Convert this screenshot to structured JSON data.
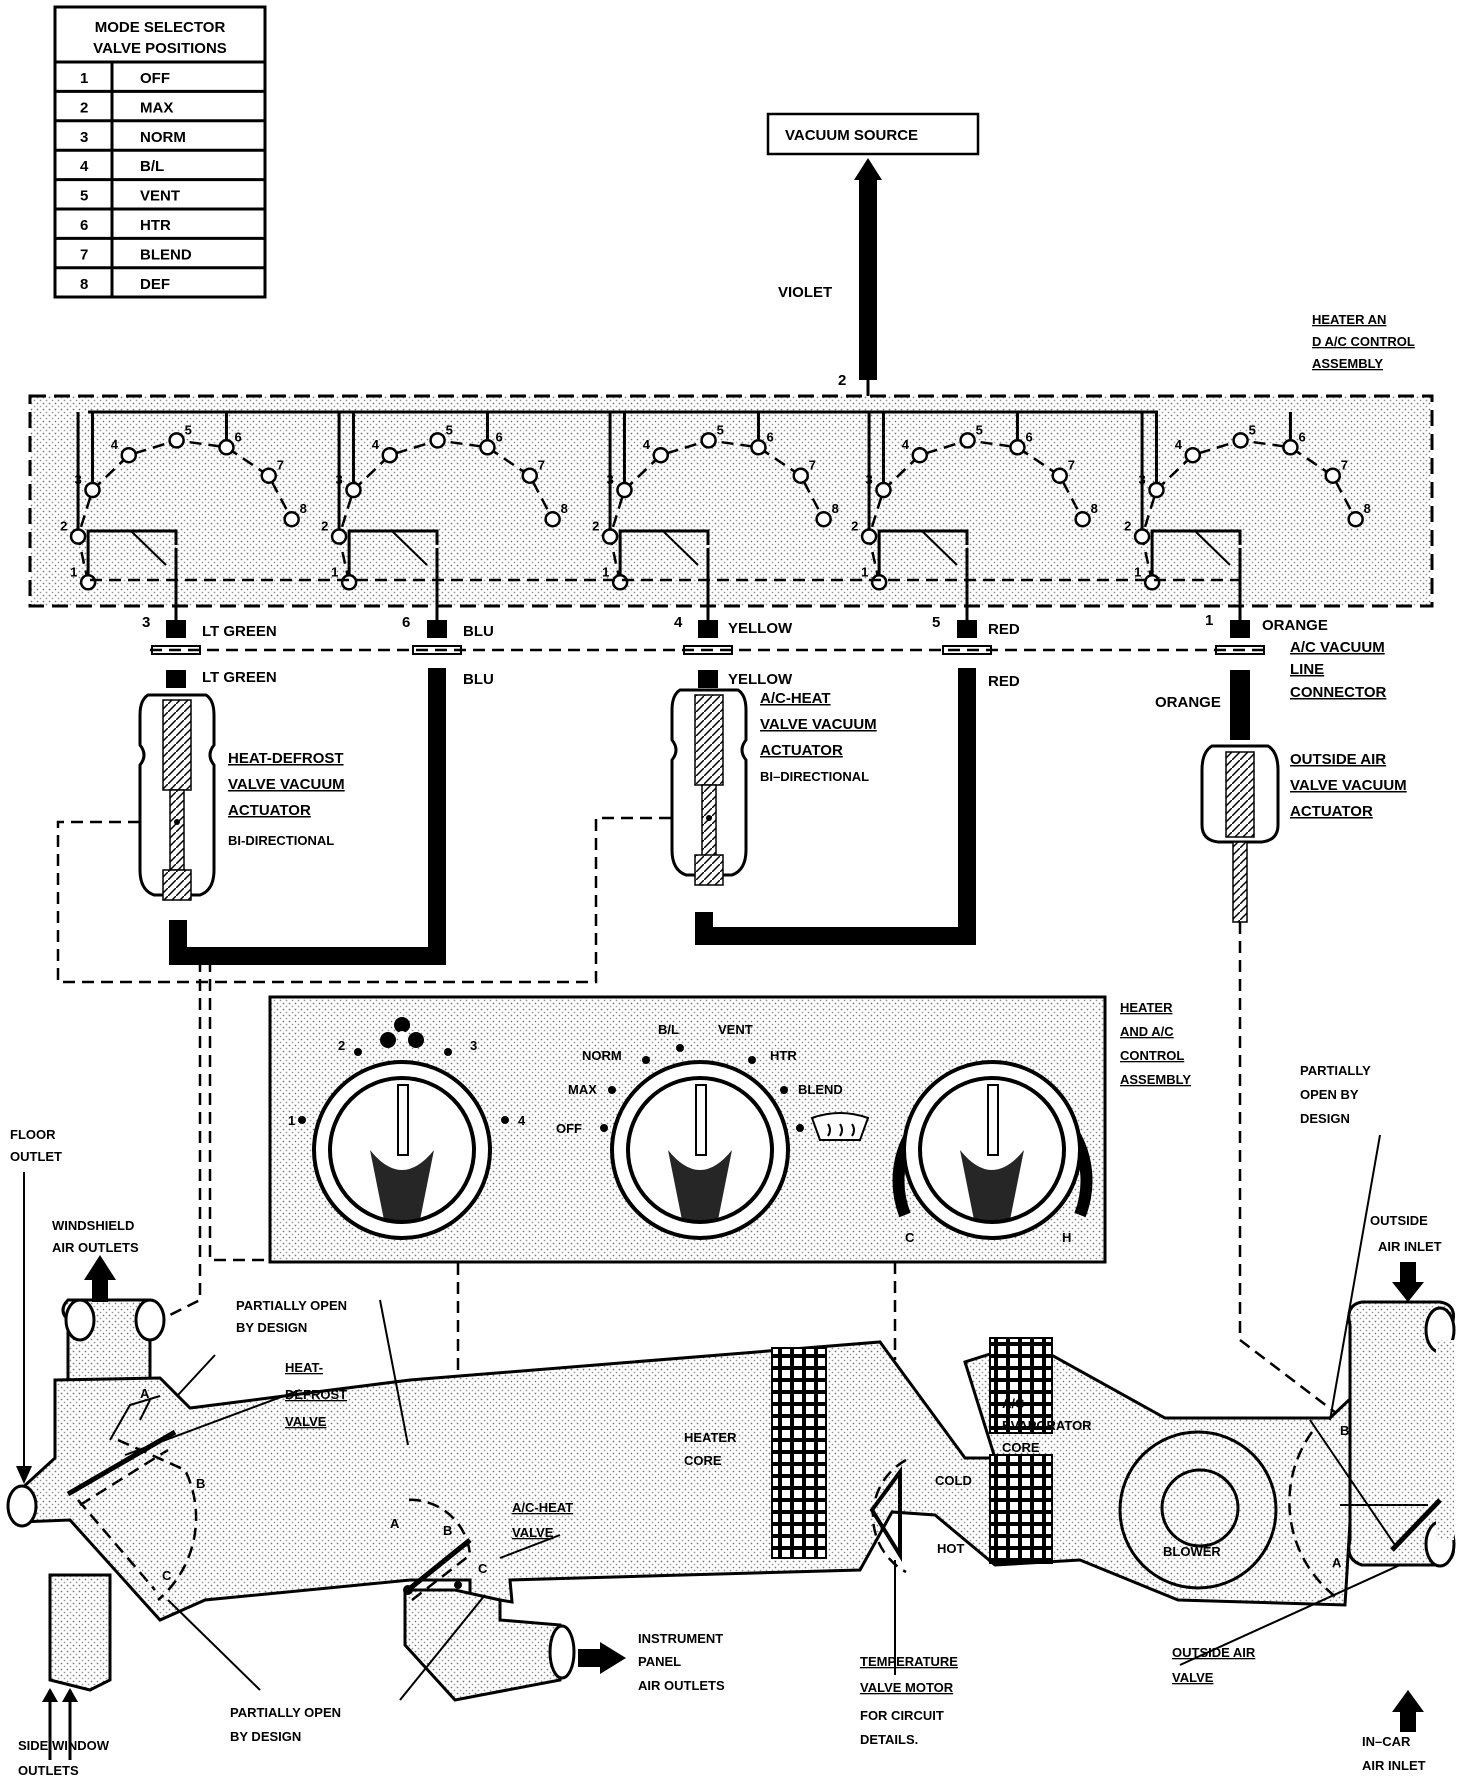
{
  "mode_table": {
    "title_line1": "MODE SELECTOR",
    "title_line2": "VALVE POSITIONS",
    "rows": [
      {
        "num": "1",
        "mode": "OFF"
      },
      {
        "num": "2",
        "mode": "MAX"
      },
      {
        "num": "3",
        "mode": "NORM"
      },
      {
        "num": "4",
        "mode": "B/L"
      },
      {
        "num": "5",
        "mode": "VENT"
      },
      {
        "num": "6",
        "mode": "HTR"
      },
      {
        "num": "7",
        "mode": "BLEND"
      },
      {
        "num": "8",
        "mode": "DEF"
      }
    ]
  },
  "vacuum_source": {
    "label": "VACUUM SOURCE",
    "hose_color": "VIOLET",
    "port": "2"
  },
  "control_assembly_top": {
    "line1": "HEATER AN",
    "line2": "D A/C CONTROL",
    "line3": "ASSEMBLY"
  },
  "valve_ports": {
    "n1": "1",
    "n2": "2",
    "n3": "3",
    "n4": "4",
    "n5": "5",
    "n6": "6",
    "n7": "7",
    "n8": "8"
  },
  "hoses": [
    {
      "port": "3",
      "top": "LT GREEN",
      "bottom": "LT GREEN"
    },
    {
      "port": "6",
      "top": "BLU",
      "bottom": "BLU"
    },
    {
      "port": "4",
      "top": "YELLOW",
      "bottom": "YELLOW"
    },
    {
      "port": "5",
      "top": "RED",
      "bottom": "RED"
    },
    {
      "port": "1",
      "top": "ORANGE",
      "bottom": "ORANGE"
    }
  ],
  "connector": {
    "line1": "A/C VACUUM",
    "line2": "LINE",
    "line3": "CONNECTOR"
  },
  "heat_defrost_actuator": {
    "line1": "HEAT-DEFROST",
    "line2": "VALVE VACUUM",
    "line3": "ACTUATOR",
    "line4": "BI-DIRECTIONAL"
  },
  "ac_heat_actuator": {
    "line1": "A/C-HEAT",
    "line2": "VALVE VACUUM",
    "line3": "ACTUATOR",
    "line4": "BI–DIRECTIONAL"
  },
  "outside_air_actuator": {
    "line1": "OUTSIDE AIR",
    "line2": "VALVE VACUUM",
    "line3": "ACTUATOR"
  },
  "panel": {
    "label_line1": "HEATER",
    "label_line2": "AND A/C",
    "label_line3": "CONTROL",
    "label_line4": "ASSEMBLY",
    "fan_positions": [
      "1",
      "2",
      "3",
      "4"
    ],
    "modes": {
      "off": "OFF",
      "max": "MAX",
      "norm": "NORM",
      "bl": "B/L",
      "vent": "VENT",
      "htr": "HTR",
      "blend": "BLEND"
    },
    "temp_cold": "C",
    "temp_hot": "H"
  },
  "labels": {
    "floor_outlet_1": "FLOOR",
    "floor_outlet_2": "OUTLET",
    "windshield_1": "WINDSHIELD",
    "windshield_2": "AIR OUTLETS",
    "partially_open_top_1": "PARTIALLY OPEN",
    "partially_open_top_2": "BY DESIGN",
    "heat_defrost_valve_1": "HEAT-",
    "heat_defrost_valve_2": "DEFROST",
    "heat_defrost_valve_3": "VALVE",
    "ac_heat_valve_1": "A/C-HEAT",
    "ac_heat_valve_2": "VALVE",
    "heater_core_1": "HEATER",
    "heater_core_2": "CORE",
    "evap_1": "A/C",
    "evap_2": "EVAPORATOR",
    "evap_3": "CORE",
    "cold": "COLD",
    "hot": "HOT",
    "blower": "BLOWER",
    "partially_open_right_1": "PARTIALLY",
    "partially_open_right_2": "OPEN BY",
    "partially_open_right_3": "DESIGN",
    "outside_inlet_1": "OUTSIDE",
    "outside_inlet_2": "AIR INLET",
    "incar_inlet_1": "IN–CAR",
    "incar_inlet_2": "AIR INLET",
    "outside_air_valve_1": "OUTSIDE AIR",
    "outside_air_valve_2": "VALVE",
    "instrument_1": "INSTRUMENT",
    "instrument_2": "PANEL",
    "instrument_3": "AIR OUTLETS",
    "temp_motor_1": "TEMPERATURE",
    "temp_motor_2": "VALVE MOTOR",
    "temp_motor_3": "FOR CIRCUIT",
    "temp_motor_4": "DETAILS.",
    "partially_open_bottom_1": "PARTIALLY OPEN",
    "partially_open_bottom_2": "BY DESIGN",
    "side_window_1": "SIDE WINDOW",
    "side_window_2": "OUTLETS",
    "door_a": "A",
    "door_b": "B",
    "door_c": "C"
  }
}
